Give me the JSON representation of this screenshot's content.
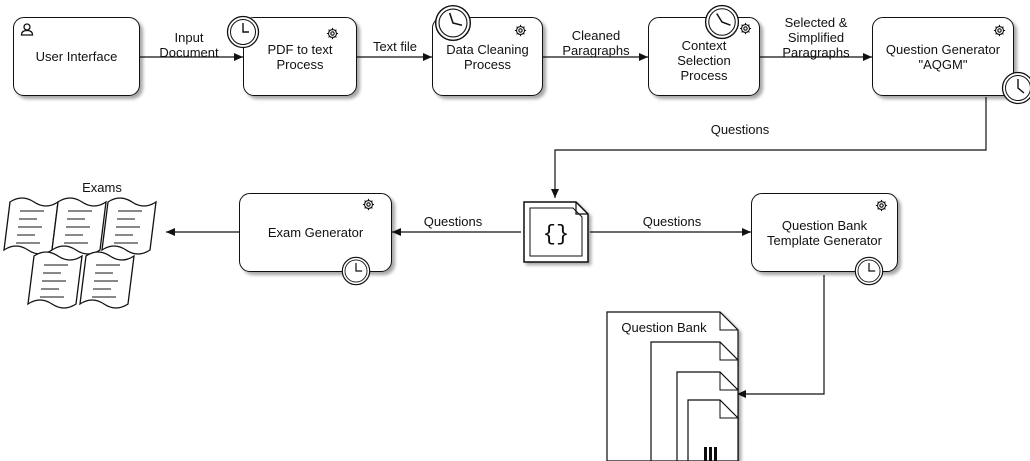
{
  "nodes": {
    "user_interface": "User Interface",
    "pdf_to_text": "PDF to text\nProcess",
    "data_cleaning": "Data Cleaning\nProcess",
    "context_selection": "Context\nSelection\nProcess",
    "question_generator": "Question Generator\n\"AQGM\"",
    "exam_generator": "Exam Generator",
    "qb_template_generator": "Question Bank\nTemplate Generator",
    "question_bank": "Question Bank",
    "exams": "Exams"
  },
  "edges": {
    "input_document": "Input\nDocument",
    "text_file": "Text file",
    "cleaned_paragraphs": "Cleaned\nParagraphs",
    "selected_simplified": "Selected &\nSimplified\nParagraphs",
    "questions_down": "Questions",
    "questions_left": "Questions",
    "questions_right": "Questions"
  },
  "json_icon": "{}",
  "colors": {
    "stroke": "#111111",
    "fill": "#ffffff",
    "shadow": "#9a9a9a"
  },
  "icons": [
    "user-icon",
    "gear-icon",
    "clock-icon",
    "json-file-icon",
    "document-icon",
    "scroll-icon"
  ]
}
